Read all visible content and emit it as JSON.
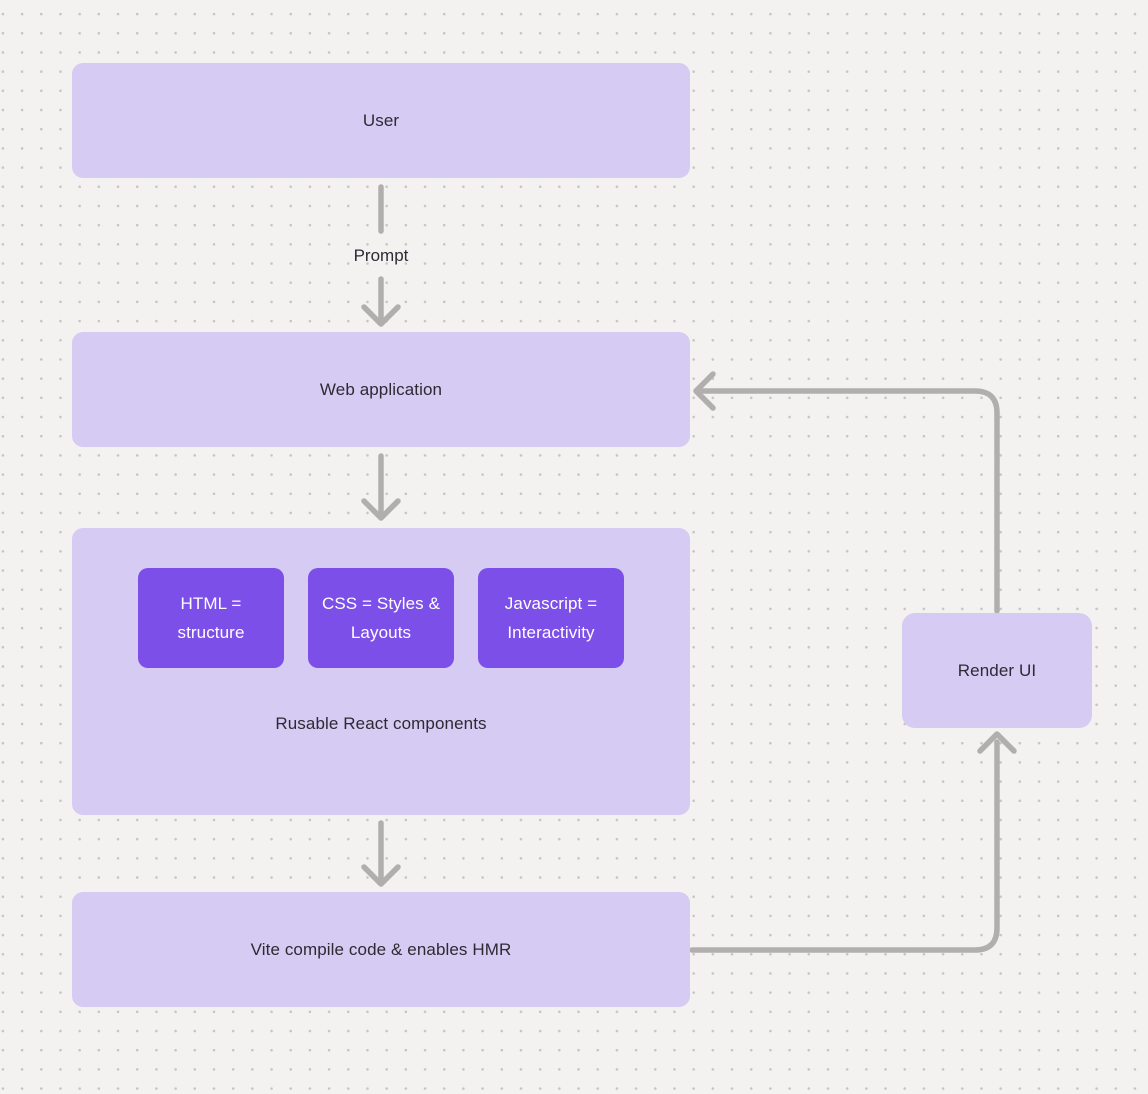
{
  "colors": {
    "background": "#f3f2f0",
    "dot_grid": "#c7c5c3",
    "node_fill_light": "#d6cbf3",
    "node_fill_dark": "#7b4fe8",
    "connector": "#b1afad",
    "text_dark": "#2c2a33",
    "text_light": "#ffffff"
  },
  "nodes": {
    "user": {
      "label": "User"
    },
    "web_application": {
      "label": "Web application"
    },
    "react_components": {
      "label": "Rusable React components",
      "children": [
        {
          "label": "HTML = structure"
        },
        {
          "label": "CSS = Styles & Layouts"
        },
        {
          "label": "Javascript = Interactivity"
        }
      ]
    },
    "vite": {
      "label": "Vite compile code & enables HMR"
    },
    "render_ui": {
      "label": "Render UI"
    }
  },
  "edges": [
    {
      "from": "user",
      "to": "web_application",
      "label": "Prompt"
    },
    {
      "from": "web_application",
      "to": "react_components",
      "label": ""
    },
    {
      "from": "react_components",
      "to": "vite",
      "label": ""
    },
    {
      "from": "vite",
      "to": "render_ui",
      "label": ""
    },
    {
      "from": "render_ui",
      "to": "web_application",
      "label": ""
    }
  ]
}
